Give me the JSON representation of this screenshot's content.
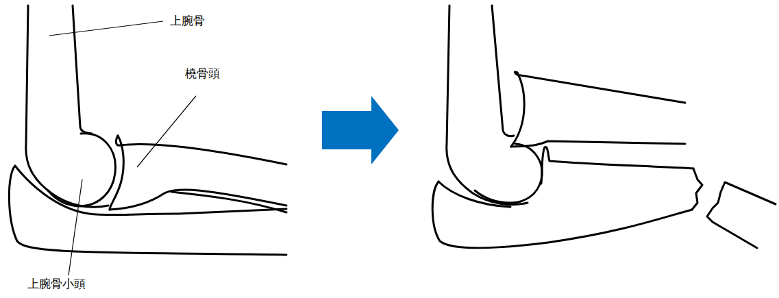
{
  "diagram": {
    "labels": [
      "上腕骨",
      "橈骨頭",
      "上腕骨小頭"
    ]
  }
}
